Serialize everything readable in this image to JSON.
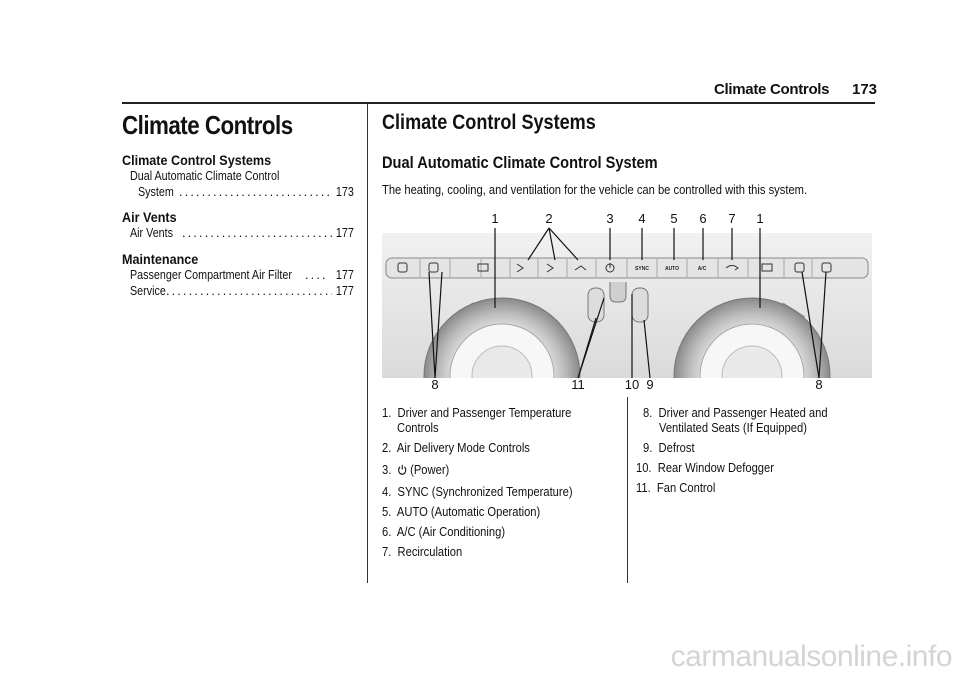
{
  "header": {
    "title": "Climate Controls",
    "page": "173"
  },
  "toc": {
    "title": "Climate Controls",
    "sections": [
      {
        "heading": "Climate Control Systems",
        "entries": [
          {
            "label_line1": "Dual Automatic Climate Control",
            "label_line2": "System",
            "page": "173"
          }
        ]
      },
      {
        "heading": "Air Vents",
        "entries": [
          {
            "label": "Air Vents",
            "page": "177"
          }
        ]
      },
      {
        "heading": "Maintenance",
        "entries": [
          {
            "label": "Passenger Compartment Air Filter",
            "page": "177"
          },
          {
            "label": "Service",
            "page": "177"
          }
        ]
      }
    ]
  },
  "content": {
    "heading": "Climate Control Systems",
    "subheading": "Dual Automatic Climate Control System",
    "intro": "The heating, cooling, and ventilation for the vehicle can be controlled with this system.",
    "figure": {
      "callouts_top": [
        "1",
        "2",
        "3",
        "4",
        "5",
        "6",
        "7",
        "1"
      ],
      "callouts_bottom": [
        "8",
        "11",
        "10",
        "9",
        "8"
      ],
      "button_labels": {
        "sync": "SYNC",
        "auto": "AUTO",
        "ac": "A/C"
      }
    },
    "list_left": [
      {
        "num": "1.",
        "line1": "Driver and Passenger Temperature",
        "line2": "Controls"
      },
      {
        "num": "2.",
        "line1": "Air Delivery Mode Controls"
      },
      {
        "num": "3.",
        "icon": "power-icon",
        "line1": "(Power)"
      },
      {
        "num": "4.",
        "line1": "SYNC (Synchronized Temperature)"
      },
      {
        "num": "5.",
        "line1": "AUTO (Automatic Operation)"
      },
      {
        "num": "6.",
        "line1": "A/C (Air Conditioning)"
      },
      {
        "num": "7.",
        "line1": "Recirculation"
      }
    ],
    "list_right": [
      {
        "num": "8.",
        "line1": "Driver and Passenger Heated and",
        "line2": "Ventilated Seats (If Equipped)"
      },
      {
        "num": "9.",
        "line1": "Defrost"
      },
      {
        "num": "10.",
        "line1": "Rear Window Defogger"
      },
      {
        "num": "11.",
        "line1": "Fan Control"
      }
    ]
  },
  "footer": {
    "watermark": "carmanualsonline.info"
  }
}
